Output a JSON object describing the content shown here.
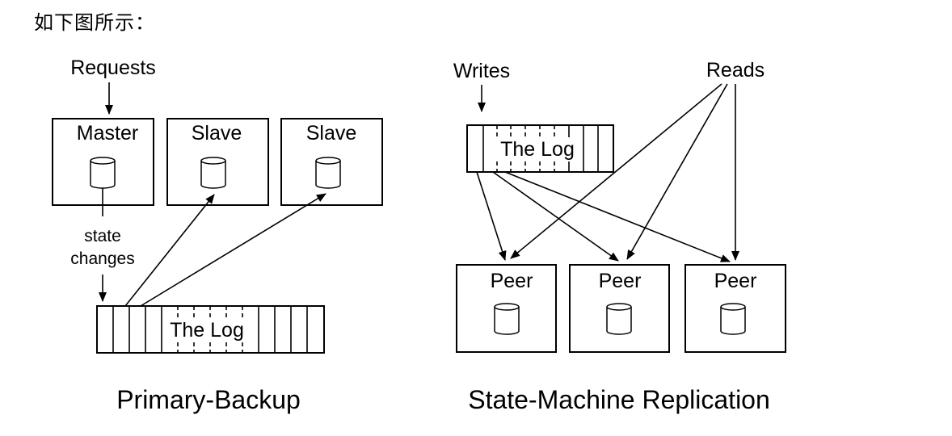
{
  "intro": "如下图所示：",
  "left": {
    "requests": "Requests",
    "master": "Master",
    "slave1": "Slave",
    "slave2": "Slave",
    "state": "state",
    "changes": "changes",
    "log": "The Log",
    "caption": "Primary-Backup"
  },
  "right": {
    "writes": "Writes",
    "reads": "Reads",
    "log": "The Log",
    "peer1": "Peer",
    "peer2": "Peer",
    "peer3": "Peer",
    "caption": "State-Machine Replication"
  }
}
